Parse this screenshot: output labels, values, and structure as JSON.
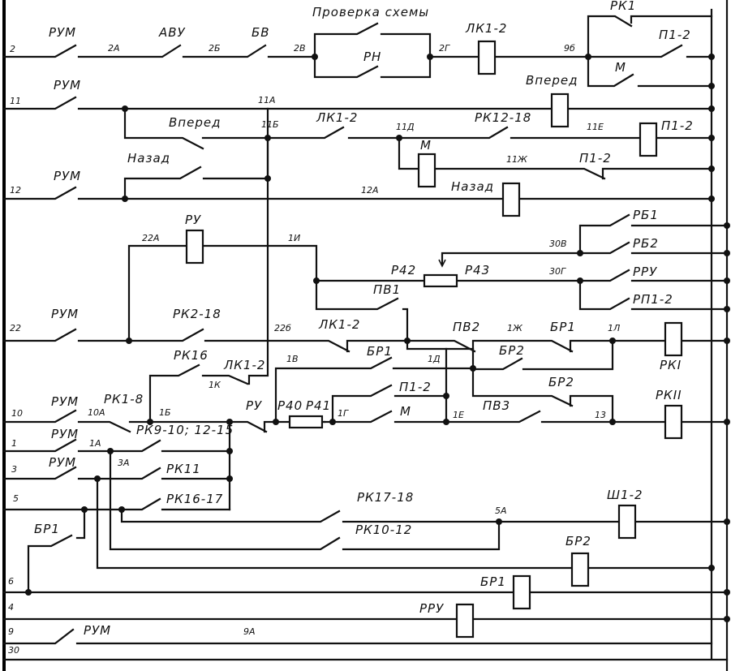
{
  "title": "Проверка схемы",
  "buses": {
    "left": [
      "2",
      "11",
      "12",
      "22",
      "10",
      "1",
      "3",
      "5",
      "6",
      "4",
      "9",
      "30"
    ]
  },
  "wire_labels": {
    "w2A": "2А",
    "w2B": "2Б",
    "w2V": "2В",
    "w2G": "2Г",
    "w9B": "9б",
    "w11A": "11А",
    "w11B": "11Б",
    "w11D": "11Д",
    "w11E": "11Е",
    "w11Zh": "11Ж",
    "w12A": "12А",
    "w22A": "22А",
    "w1I": "1И",
    "w30V": "30В",
    "w30G": "30Г",
    "w22B": "22б",
    "w1Zh": "1Ж",
    "w1L": "1Л",
    "w1K": "1К",
    "w1V": "1В",
    "w1D": "1Д",
    "w10A": "10А",
    "w1B": "1Б",
    "w1G": "1Г",
    "w1E": "1Е",
    "w13": "13",
    "w1A": "1А",
    "w3A": "3А",
    "w5A": "5А",
    "w9A": "9А"
  },
  "contacts": {
    "rum2": "РУМ",
    "avu": "АВУ",
    "bv": "БВ",
    "rn": "РН",
    "rk1": "РК1",
    "p12_top": "П1-2",
    "m_top": "М",
    "rum11": "РУМ",
    "vpered_c": "Вперед",
    "lk12_11": "ЛК1-2",
    "nazad_c": "Назад",
    "rk1218": "РК12-18",
    "p12_11zh": "П1-2",
    "rum12": "РУМ",
    "rb1": "РБ1",
    "rb2": "РБ2",
    "rru": "РРУ",
    "rp12": "РП1-2",
    "pv1": "ПВ1",
    "rum22": "РУМ",
    "rk218": "РК2-18",
    "lk12_22": "ЛК1-2",
    "pv2": "ПВ2",
    "br1_1zh": "БР1",
    "br2_1d": "БР2",
    "rk16": "РК16",
    "lk12_1k": "ЛК1-2",
    "br1_1v": "БР1",
    "p12_1g": "П1-2",
    "m_1g": "М",
    "pv3": "ПВ3",
    "br2_13": "БР2",
    "rum10": "РУМ",
    "rk18": "РК1-8",
    "rk910": "РК9-10; 12-15",
    "ru_1b": "РУ",
    "rum1": "РУМ",
    "rum3": "РУМ",
    "rk11": "РК11",
    "rk1617": "РК16-17",
    "br1_6": "БР1",
    "rk1718": "РК17-18",
    "rk1012": "РК10-12",
    "rum9": "РУМ"
  },
  "coils": {
    "lk12": "ЛК1-2",
    "vpered": "Вперед",
    "p12": "П1-2",
    "m": "М",
    "nazad": "Назад",
    "ru": "РУ",
    "rkI": "РКI",
    "rkII": "РКII",
    "sh12": "Ш1-2",
    "br2": "БР2",
    "br1": "БР1",
    "rru": "РРУ"
  },
  "resistors": {
    "r42": "Р42",
    "r43": "Р43",
    "r40": "Р40",
    "r41": "Р41"
  }
}
